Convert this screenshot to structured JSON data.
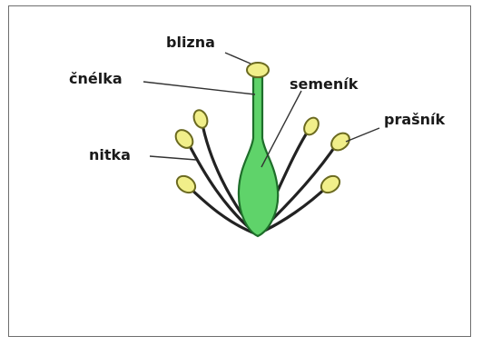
{
  "labels": {
    "stigma": "blizna",
    "style": "čnélka",
    "ovary": "semeník",
    "anther": "prašník",
    "filament": "nitka"
  },
  "colors": {
    "pistil_fill": "#5fd36a",
    "pistil_stroke": "#1e6e2a",
    "anther_fill": "#f1ef8a",
    "anther_stroke": "#6b6a20",
    "filament": "#222222",
    "leader": "#333333",
    "frame": "#6e6e6e"
  }
}
